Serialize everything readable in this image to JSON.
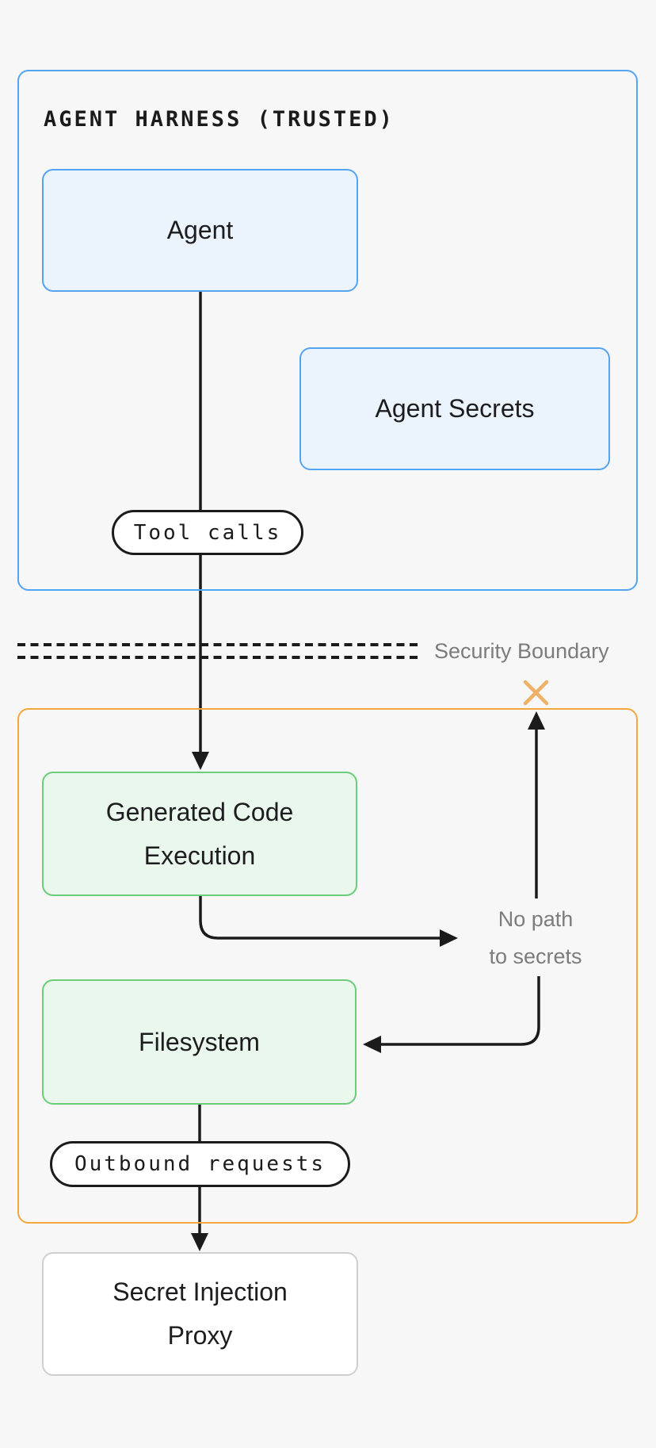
{
  "colors": {
    "background": "#f7f7f8",
    "trusted_border": "#55a4f2",
    "trusted_node_fill": "#ebf4fd",
    "sandbox_border": "#f4a83c",
    "sandbox_node_border": "#6bcd77",
    "sandbox_node_fill": "#e9f7ec",
    "proxy_node_border": "#cfcfd2",
    "connector_line": "#1b1b1b",
    "muted_text": "#7c7c7c",
    "blocked_cross": "#edb266"
  },
  "harness": {
    "title": "AGENT HARNESS (TRUSTED)",
    "tool_calls_pill": "Tool calls"
  },
  "boundary": {
    "label": "Security Boundary"
  },
  "sandbox": {
    "outbound_pill": "Outbound requests"
  },
  "annotation": {
    "line1": "No path",
    "line2": "to secrets"
  },
  "nodes": {
    "agent": {
      "label": "Agent"
    },
    "agent_secrets": {
      "label": "Agent Secrets"
    },
    "generated_code": {
      "line1": "Generated Code",
      "line2": "Execution"
    },
    "filesystem": {
      "label": "Filesystem"
    },
    "proxy": {
      "line1": "Secret Injection",
      "line2": "Proxy"
    }
  }
}
